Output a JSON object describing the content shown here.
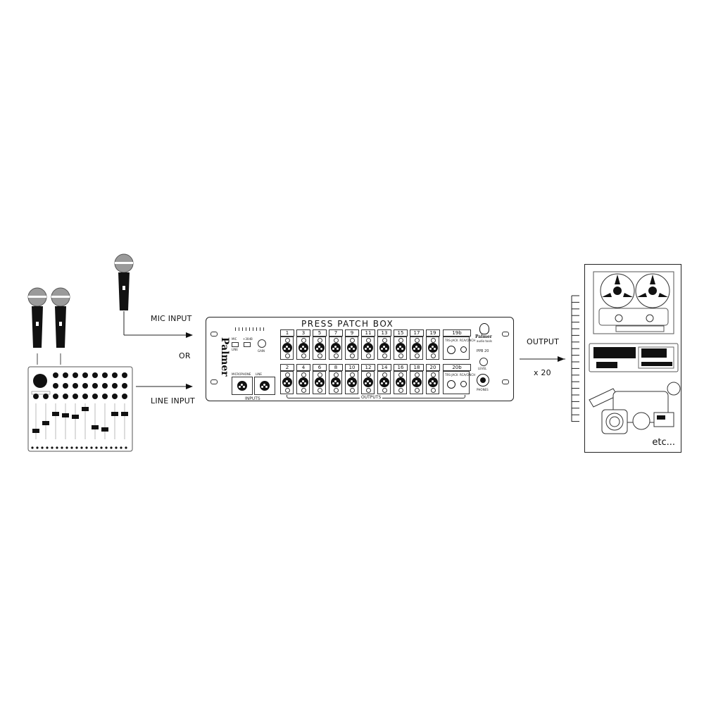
{
  "diagram": {
    "title": "Press Patch Box signal flow",
    "labels": {
      "mic_input": "MIC INPUT",
      "or": "OR",
      "line_input": "LINE INPUT",
      "output": "OUTPUT",
      "multiplier": "x 20",
      "etc": "etc..."
    },
    "sources": {
      "single_mic": "microphone",
      "mixer_mics": [
        "microphone",
        "microphone"
      ],
      "mixer": "mixing console"
    },
    "device": {
      "title": "PRESS PATCH BOX",
      "brand": "Palmer",
      "brand_sub": "audio tools",
      "model": "PPB 20",
      "inputs_label": "INPUTS",
      "input_connectors": [
        "MICROPHONE",
        "LINE"
      ],
      "switch_labels": [
        "MIC",
        "+30dB",
        "LINE"
      ],
      "gain_label": "GAIN",
      "level_label": "LEVEL",
      "phones_label": "PHONES",
      "outputs_label": "OUTPUTS",
      "top_row_channels": [
        "1",
        "3",
        "5",
        "7",
        "9",
        "11",
        "13",
        "15",
        "17",
        "19",
        "19b"
      ],
      "bottom_row_channels": [
        "2",
        "4",
        "6",
        "8",
        "10",
        "12",
        "14",
        "16",
        "18",
        "20",
        "20b"
      ],
      "aux_jack_labels": [
        "TRS-JACK",
        "RCA/CINCH"
      ]
    },
    "destinations": [
      "reel-to-reel tape recorder",
      "rack recorder",
      "video camera"
    ],
    "output_tick_count": 20,
    "colors": {
      "line": "#222222",
      "background": "#ffffff",
      "fill": "#111111",
      "mic_head": "#9a9a9a"
    }
  }
}
